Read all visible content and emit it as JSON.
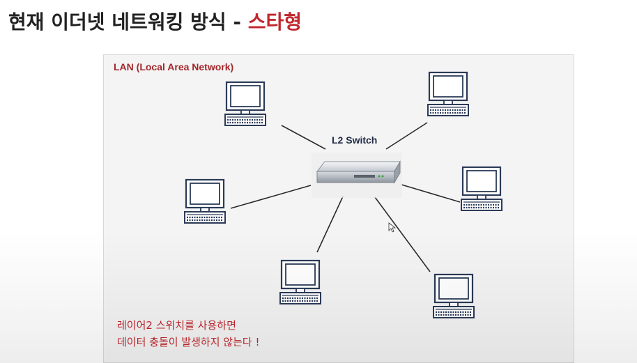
{
  "title": {
    "main": "현재 이더넷 네트워킹 방식 - ",
    "accent": "스타형"
  },
  "diagram": {
    "network_label": "LAN (Local Area Network)",
    "switch_label": "L2 Switch",
    "computers": [
      "pc-top-left",
      "pc-top-right",
      "pc-middle-left",
      "pc-middle-right",
      "pc-bottom-center",
      "pc-bottom-right"
    ]
  },
  "notes": {
    "line1": "레이어2 스위치를 사용하면",
    "line2": "데이터 충돌이 발생하지 않는다 !"
  },
  "colors": {
    "accent": "#c1272d",
    "switch_label": "#1f2a44",
    "line": "#2b2b2b"
  }
}
